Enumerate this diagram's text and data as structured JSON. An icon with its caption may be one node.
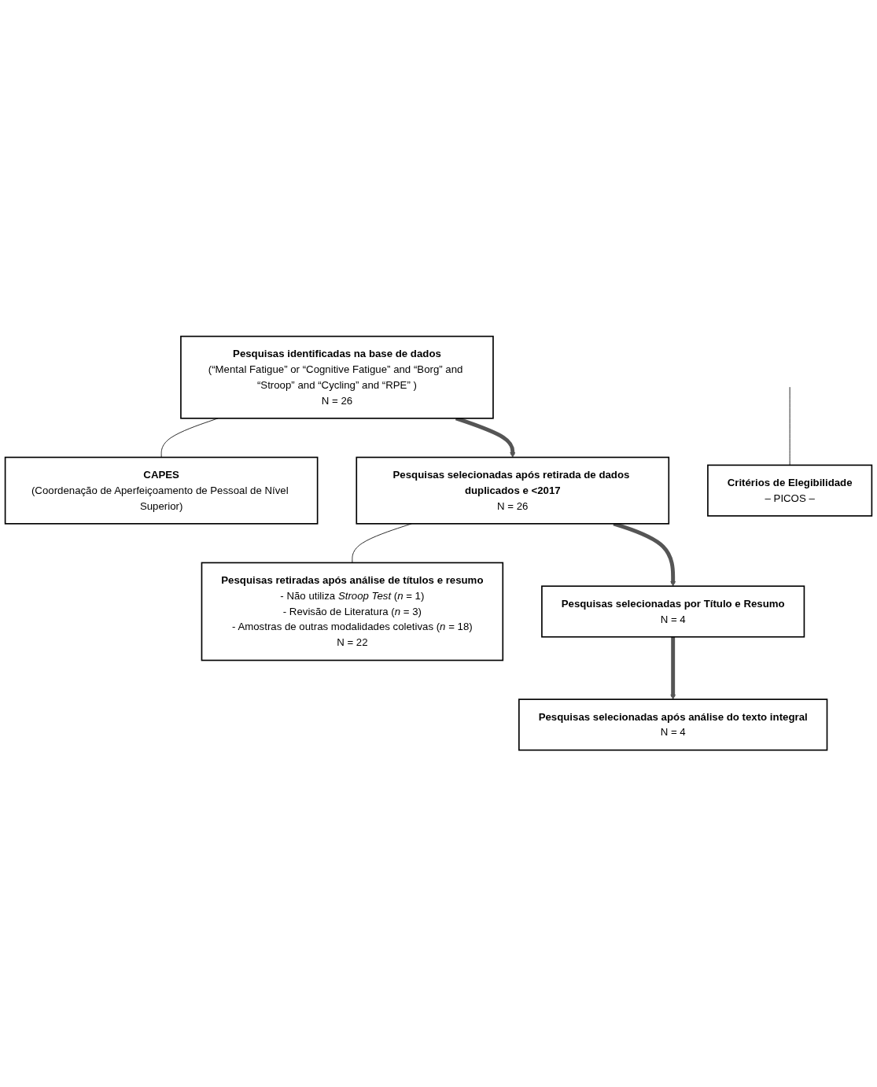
{
  "diagram": {
    "nodes": [
      {
        "text": [
          "Pesquisas identificadas na base de dados",
          "(“Mental Fatigue” or “Cognitive Fatigue” and “Borg” and “Stroop” and “Cycling” and “RPE” )",
          "N = 26"
        ]
      },
      {
        "text": [
          "CAPES",
          "(Coordenação de Aperfeiçoamento de Pessoal de Nível Superior)"
        ]
      },
      {
        "text": [
          "Pesquisas selecionadas após retirada de dados duplicados e <2017",
          "N = 26"
        ]
      },
      {
        "text": [
          "Pesquisas retiradas após análise de títulos e resumo",
          "- Não utiliza *Stroop Test* (*n* = 1)",
          "- Revisão de Literatura (*n* = 3)",
          "- Amostras de outras modalidades coletivas (*n* = 18)",
          "N = 22"
        ]
      },
      {
        "text": [
          "Pesquisas selecionadas por Título e Resumo",
          "N = 4"
        ]
      },
      {
        "text": [
          "Critérios de Elegibilidade",
          "– PICOS –"
        ]
      },
      {
        "text": [
          "Pesquisas selecionadas após análise do texto integral",
          "N = 4"
        ]
      }
    ],
    "edges": [
      {
        "from": 0,
        "to": 1,
        "arrow": "none"
      },
      {
        "from": 0,
        "to": 2,
        "arrow": "to",
        "style": "thick"
      },
      {
        "from": 2,
        "to": 3,
        "arrow": "none"
      },
      {
        "from": 2,
        "to": 4,
        "arrow": "to",
        "style": "thick"
      },
      {
        "from": null,
        "to": 5,
        "arrow": "none"
      },
      {
        "from": 4,
        "to": 6,
        "arrow": "to",
        "style": "thick"
      }
    ]
  }
}
